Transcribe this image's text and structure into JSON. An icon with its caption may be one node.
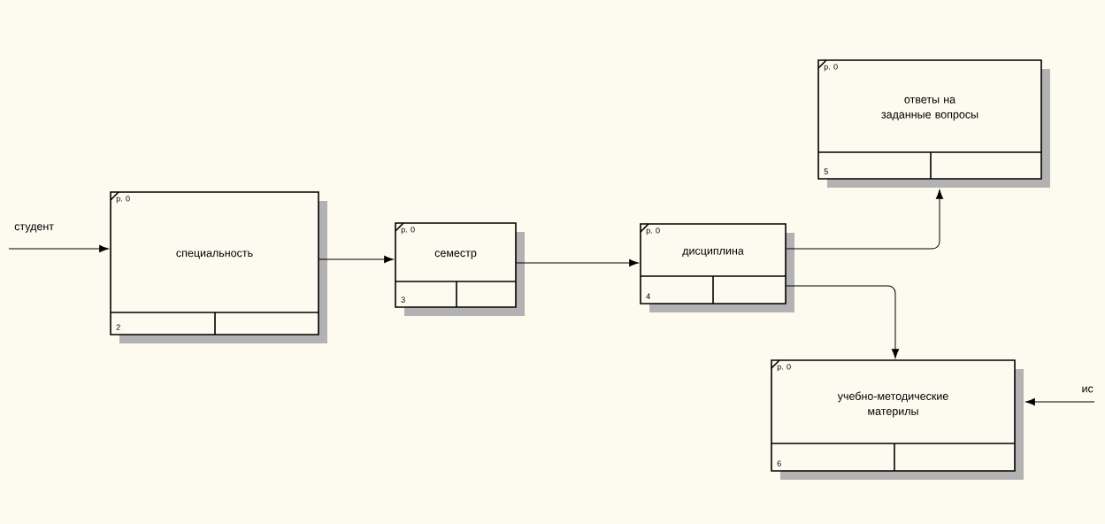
{
  "diagram": {
    "nodes": [
      {
        "text": [
          "p. 0",
          "специальность",
          "2"
        ]
      },
      {
        "text": [
          "p. 0",
          "семестр",
          "3"
        ]
      },
      {
        "text": [
          "p. 0",
          "дисциплина",
          "4"
        ]
      },
      {
        "text": [
          "p. 0",
          "ответы на заданные вопросы",
          "5"
        ]
      },
      {
        "text": [
          "p. 0",
          "учебно-методические материлы",
          "6"
        ]
      }
    ],
    "edges": [
      {
        "from": null,
        "to": 0,
        "arrow": "to",
        "label": "студент"
      },
      {
        "from": 0,
        "to": 1,
        "arrow": "to"
      },
      {
        "from": 1,
        "to": 2,
        "arrow": "to"
      },
      {
        "from": 2,
        "to": 3,
        "arrow": "to"
      },
      {
        "from": 2,
        "to": 4,
        "arrow": "to"
      },
      {
        "from": null,
        "to": 4,
        "arrow": "to",
        "label": "ис"
      }
    ]
  }
}
